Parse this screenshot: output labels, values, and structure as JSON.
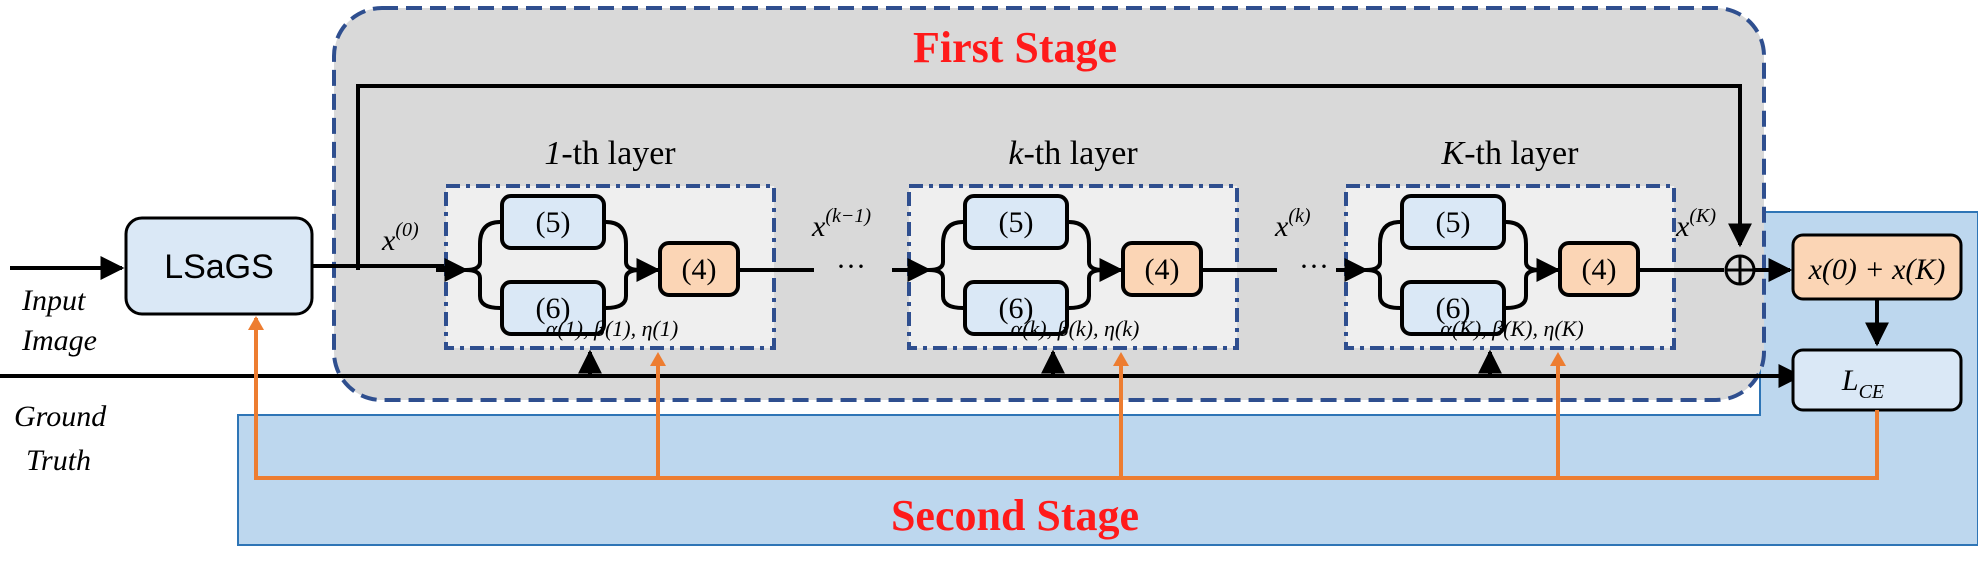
{
  "stages": {
    "first": "First Stage",
    "second": "Second Stage"
  },
  "input": {
    "line1": "Input",
    "line2": "Image"
  },
  "ground_truth": {
    "line1": "Ground",
    "line2": "Truth"
  },
  "lsags": "LSaGS",
  "x0": "x",
  "x0_sup": "(0)",
  "layers": [
    {
      "title_var": "1",
      "title_rest": "-th layer",
      "op_a": "(5)",
      "op_b": "(6)",
      "op_c": "(4)",
      "params": "α(1), β(1), η(1)",
      "out_label": "x",
      "out_sup": "(k−1)"
    },
    {
      "title_var": "k",
      "title_rest": "-th layer",
      "op_a": "(5)",
      "op_b": "(6)",
      "op_c": "(4)",
      "params": "α(k), β(k), η(k)",
      "out_label": "x",
      "out_sup": "(k)"
    },
    {
      "title_var": "K",
      "title_rest": "-th layer",
      "op_a": "(5)",
      "op_b": "(6)",
      "op_c": "(4)",
      "params": "α(K), β(K), η(K)",
      "out_label": "x",
      "out_sup": "(K)"
    }
  ],
  "ellipsis": "···",
  "sum_box": "x(0) + x(K)",
  "loss": "L",
  "loss_sub": "CE",
  "colors": {
    "first_stage_fill": "#d9d9d9",
    "first_stage_border": "#2f4f8f",
    "second_stage_fill": "#bdd7ee",
    "second_stage_border": "#2e75b6",
    "stage_title": "#ff1a1a",
    "orange_line": "#ed7d31",
    "blue_box": "#dae8f6",
    "orange_box": "#fbd5b5"
  }
}
